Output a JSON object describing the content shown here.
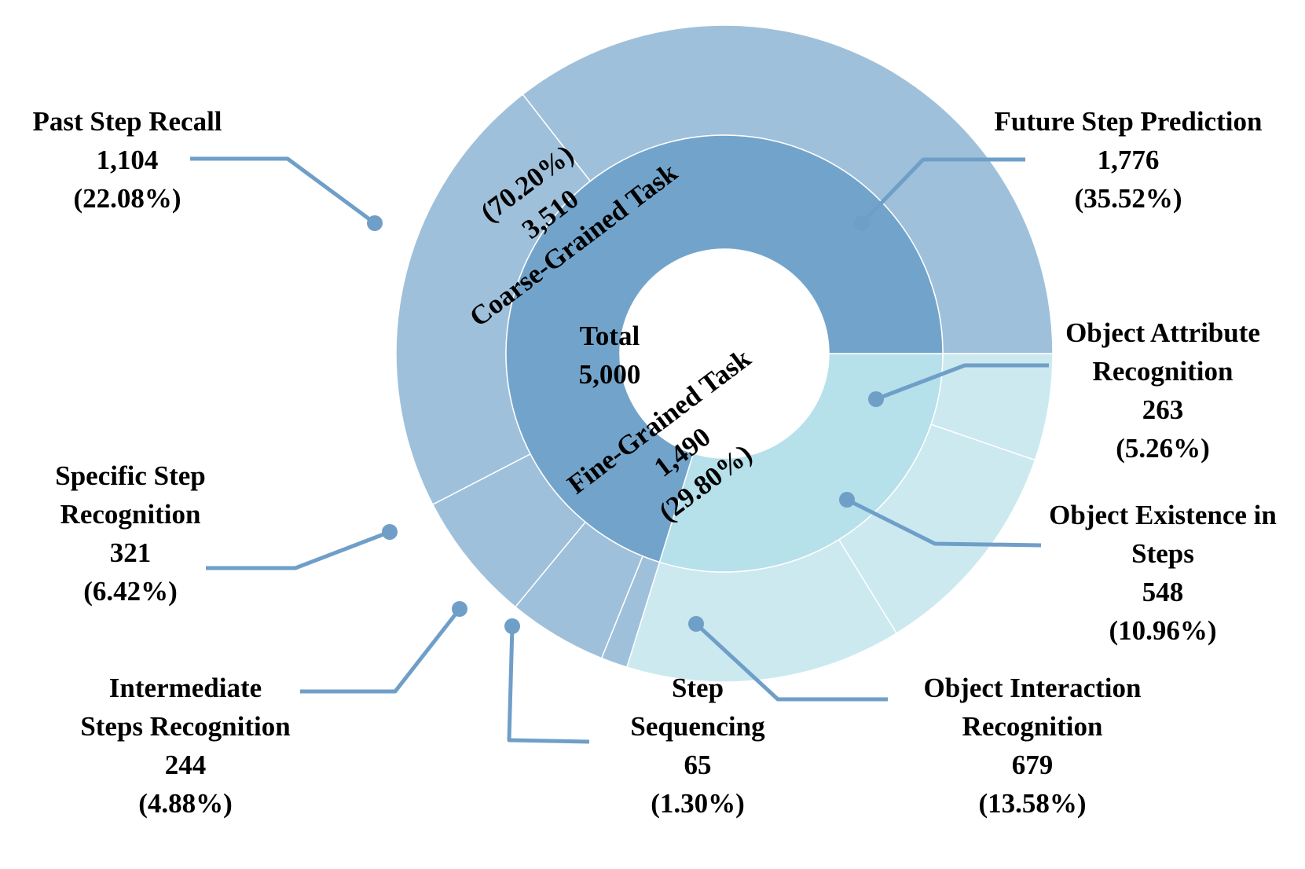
{
  "chart_data": {
    "type": "sunburst",
    "total": {
      "label": "Total",
      "value_text": "5,000",
      "value": 5000
    },
    "inner": [
      {
        "name": "Coarse-Grained Task",
        "value": 3510,
        "value_text": "3,510",
        "percent_text": "(70.20%)",
        "color": "#72a4cb"
      },
      {
        "name": "Fine-Grained Task",
        "value": 1490,
        "value_text": "1,490",
        "percent_text": "(29.80%)",
        "color": "#b6e0ea"
      }
    ],
    "outer": [
      {
        "lines": [
          "Object Attribute",
          "Recognition"
        ],
        "value": 263,
        "value_text": "263",
        "percent_text": "(5.26%)",
        "parent": "Fine-Grained Task",
        "color": "#cce9f0"
      },
      {
        "lines": [
          "Object Existence in",
          "Steps"
        ],
        "value": 548,
        "value_text": "548",
        "percent_text": "(10.96%)",
        "parent": "Fine-Grained Task",
        "color": "#cce9f0"
      },
      {
        "lines": [
          "Object Interaction",
          "Recognition"
        ],
        "value": 679,
        "value_text": "679",
        "percent_text": "(13.58%)",
        "parent": "Fine-Grained Task",
        "color": "#cce9f0"
      },
      {
        "lines": [
          "Step",
          "Sequencing"
        ],
        "value": 65,
        "value_text": "65",
        "percent_text": "(1.30%)",
        "parent": "Coarse-Grained Task",
        "color": "#9fc0da"
      },
      {
        "lines": [
          "Intermediate",
          "Steps Recognition"
        ],
        "value": 244,
        "value_text": "244",
        "percent_text": "(4.88%)",
        "parent": "Coarse-Grained Task",
        "color": "#9fc0da"
      },
      {
        "lines": [
          "Specific Step",
          "Recognition"
        ],
        "value": 321,
        "value_text": "321",
        "percent_text": "(6.42%)",
        "parent": "Coarse-Grained Task",
        "color": "#9fc0da"
      },
      {
        "lines": [
          "Past  Step Recall"
        ],
        "value": 1104,
        "value_text": "1,104",
        "percent_text": "(22.08%)",
        "parent": "Coarse-Grained Task",
        "color": "#9fc0da"
      },
      {
        "lines": [
          "Future Step Prediction"
        ],
        "value": 1776,
        "value_text": "1,776",
        "percent_text": "(35.52%)",
        "parent": "Coarse-Grained Task",
        "color": "#9fc0da"
      }
    ],
    "colors": {
      "leader_line": "#6f9fc8",
      "separator": "#ffffff"
    }
  }
}
